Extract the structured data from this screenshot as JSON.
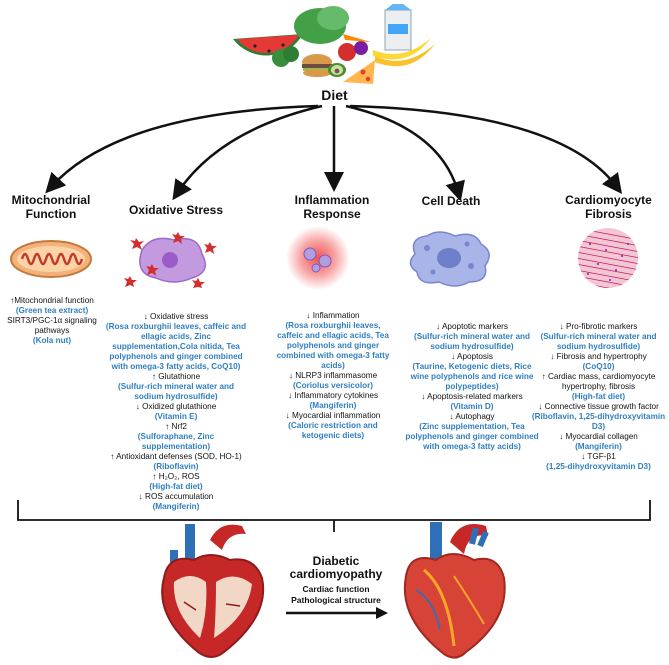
{
  "diet": {
    "label": "Diet"
  },
  "columns": [
    {
      "title_lines": [
        "Mitochondrial",
        "Function"
      ],
      "lines": [
        {
          "t": "↑Mitochondrial function",
          "b": false
        },
        {
          "t": "(Green tea extract)",
          "b": true
        },
        {
          "t": "SIRT3/PGC-1α signaling",
          "b": false
        },
        {
          "t": "pathways",
          "b": false
        },
        {
          "t": "(Kola nut)",
          "b": true
        }
      ]
    },
    {
      "title_lines": [
        "Oxidative Stress"
      ],
      "lines": [
        {
          "t": "↓ Oxidative stress",
          "b": false
        },
        {
          "t": "(Rosa roxburghii leaves, caffeic and",
          "b": true
        },
        {
          "t": "ellagic acids, Zinc",
          "b": true
        },
        {
          "t": "supplementation,Cola nitida, Tea",
          "b": true
        },
        {
          "t": "polyphenols and ginger combined",
          "b": true
        },
        {
          "t": "with omega-3 fatty acids, CoQ10)",
          "b": true
        },
        {
          "t": "↑ Glutathione",
          "b": false
        },
        {
          "t": "(Sulfur-rich mineral water and",
          "b": true
        },
        {
          "t": "sodium hydrosulfide)",
          "b": true
        },
        {
          "t": "↓ Oxidized glutathione",
          "b": false
        },
        {
          "t": "(Vitamin E)",
          "b": true
        },
        {
          "t": "↑ Nrf2",
          "b": false
        },
        {
          "t": "(Sulforaphane, Zinc",
          "b": true
        },
        {
          "t": "supplementation)",
          "b": true
        },
        {
          "t": "↑ Antioxidant defenses (SOD, HO-1)",
          "b": false
        },
        {
          "t": "(Riboflavin)",
          "b": true
        },
        {
          "t": "↑ H₂O₂, ROS",
          "b": false
        },
        {
          "t": "(High-fat diet)",
          "b": true
        },
        {
          "t": "↓ ROS accumulation",
          "b": false
        },
        {
          "t": "(Mangiferin)",
          "b": true
        }
      ]
    },
    {
      "title_lines": [
        "Inflammation",
        "Response"
      ],
      "lines": [
        {
          "t": "↓ Inflammation",
          "b": false
        },
        {
          "t": "(Rosa roxburghii leaves,",
          "b": true
        },
        {
          "t": "caffeic and ellagic acids, Tea",
          "b": true
        },
        {
          "t": "polyphenols and ginger",
          "b": true
        },
        {
          "t": "combined with omega-3 fatty",
          "b": true
        },
        {
          "t": "acids)",
          "b": true
        },
        {
          "t": "↓ NLRP3 inflammasome",
          "b": false
        },
        {
          "t": "(Coriolus versicolor)",
          "b": true
        },
        {
          "t": "↓ Inflammatory cytokines",
          "b": false
        },
        {
          "t": "(Mangiferin)",
          "b": true
        },
        {
          "t": "↓ Myocardial inflammation",
          "b": false
        },
        {
          "t": "(Caloric restriction and",
          "b": true
        },
        {
          "t": "ketogenic diets)",
          "b": true
        }
      ]
    },
    {
      "title_lines": [
        "Cell Death"
      ],
      "lines": [
        {
          "t": "↓ Apoptotic markers",
          "b": false
        },
        {
          "t": "(Sulfur-rich mineral water and",
          "b": true
        },
        {
          "t": "sodium hydrosulfide)",
          "b": true
        },
        {
          "t": "↓ Apoptosis",
          "b": false
        },
        {
          "t": "(Taurine, Ketogenic diets, Rice",
          "b": true
        },
        {
          "t": "wine polyphenols and rice wine",
          "b": true
        },
        {
          "t": "polypeptides)",
          "b": true
        },
        {
          "t": "↓ Apoptosis-related markers",
          "b": false
        },
        {
          "t": "(Vitamin D)",
          "b": true
        },
        {
          "t": "↓ Autophagy",
          "b": false
        },
        {
          "t": "(Zinc supplementation, Tea",
          "b": true
        },
        {
          "t": "polyphenols and ginger combined",
          "b": true
        },
        {
          "t": "with omega-3 fatty acids)",
          "b": true
        }
      ]
    },
    {
      "title_lines": [
        "Cardiomyocyte",
        "Fibrosis"
      ],
      "lines": [
        {
          "t": "↓ Pro-fibrotic markers",
          "b": false
        },
        {
          "t": "(Sulfur-rich mineral water and",
          "b": true
        },
        {
          "t": "sodium hydrosulfide)",
          "b": true
        },
        {
          "t": "↓ Fibrosis and hypertrophy",
          "b": false
        },
        {
          "t": "(CoQ10)",
          "b": true
        },
        {
          "t": "↑ Cardiac mass, cardiomyocyte",
          "b": false
        },
        {
          "t": "hypertrophy, fibrosis",
          "b": false
        },
        {
          "t": "(High-fat diet)",
          "b": true
        },
        {
          "t": "↓ Connective tissue growth factor",
          "b": false
        },
        {
          "t": "(Riboflavin, 1,25-dihydroxyvitamin",
          "b": true
        },
        {
          "t": "D3)",
          "b": true
        },
        {
          "t": "↓ Myocardial collagen",
          "b": false
        },
        {
          "t": "(Mangiferin)",
          "b": true
        },
        {
          "t": "↓ TGF-β1",
          "b": false
        },
        {
          "t": "(1,25-dihydroxyvitamin D3)",
          "b": true
        }
      ]
    }
  ],
  "outcome": {
    "title_lines": [
      "Diabetic",
      "cardiomyopathy"
    ],
    "sub1": "Cardiac function",
    "sub2": "Pathological structure"
  },
  "colors": {
    "intervention": "#2f7fc1",
    "text": "#111111",
    "heart_red": "#c62828",
    "vessel_blue": "#2e6fb8"
  }
}
